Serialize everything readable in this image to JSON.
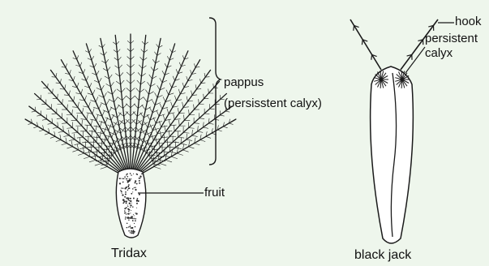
{
  "labels": {
    "pappus": "pappus",
    "persistent_calyx_paren": "(persisstent calyx)",
    "fruit": "fruit",
    "hook": "hook",
    "persistent": "persistent",
    "calyx": "calyx"
  },
  "captions": {
    "left": "Tridax",
    "right": "black jack"
  },
  "colors": {
    "background": "#eef6ec",
    "ink": "#1a1a1a"
  }
}
